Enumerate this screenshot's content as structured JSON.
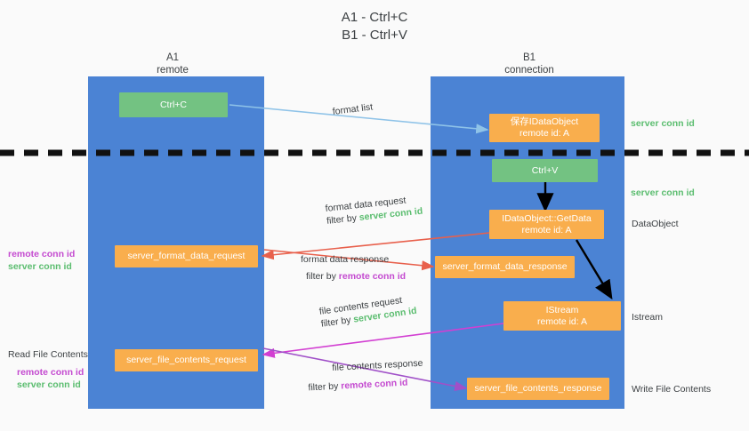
{
  "title": {
    "line1": "A1 - Ctrl+C",
    "line2": "B1 - Ctrl+V"
  },
  "columns": [
    {
      "name": "A1",
      "sub": "remote"
    },
    {
      "name": "B1",
      "sub": "connection"
    }
  ],
  "nodes": {
    "ctrl_c": {
      "label": "Ctrl+C"
    },
    "ctrl_v": {
      "label": "Ctrl+V"
    },
    "dataobject_created": {
      "line1": "保存IDataObject",
      "line2": "remote id: A"
    },
    "getdata": {
      "line1": "IDataObject::GetData",
      "line2": "remote id: A"
    },
    "istream": {
      "line1": "IStream",
      "line2": "remote id: A"
    },
    "format_data_request": {
      "label": "server_format_data_request"
    },
    "format_data_response": {
      "label": "server_format_data_response"
    },
    "file_contents_request": {
      "label": "server_file_contents_request"
    },
    "file_contents_response": {
      "label": "server_file_contents_response"
    }
  },
  "edges": {
    "format_list": {
      "label": "format list"
    },
    "format_data_request": {
      "line1": "format data request",
      "filter_prefix": "filter by ",
      "filter_key": "server conn id"
    },
    "format_data_response": {
      "line1": "format data response",
      "filter_prefix": "filter by ",
      "filter_key": "remote conn id"
    },
    "file_contents_request": {
      "line1": "file contents request",
      "filter_prefix": "filter by ",
      "filter_key": "server conn id"
    },
    "file_contents_response": {
      "line1": "file contents response",
      "filter_prefix": "filter by ",
      "filter_key": "remote conn id"
    }
  },
  "annotations": {
    "server_conn_id_top": "server conn id",
    "server_conn_id_mid": "server conn id",
    "dataobject": "DataObject",
    "istream": "Istream",
    "write_file_contents": "Write File Contents",
    "read_file_contents": "Read File Contents",
    "left_remote_conn_id_1": "remote conn id",
    "left_server_conn_id_1": "server conn id",
    "left_remote_conn_id_2": "remote conn id",
    "left_server_conn_id_2": "server conn id"
  },
  "colors": {
    "lane": "#4b83d4",
    "green_node": "#73c282",
    "orange_node": "#f9ae4d",
    "green_text": "#5bbd6f",
    "magenta_text": "#c44ad0",
    "arrow_blue": "#8fc3e8",
    "arrow_red": "#e8604c",
    "arrow_magenta": "#d23fd2",
    "arrow_purple": "#a050c8",
    "arrow_black": "#000000",
    "divider": "#111111",
    "background": "#fafafa"
  }
}
